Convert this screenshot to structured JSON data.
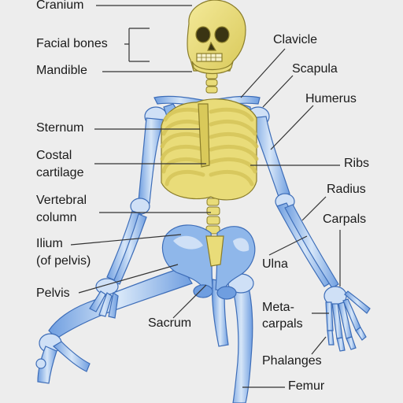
{
  "labels": {
    "cranium": "Cranium",
    "facial_bones": "Facial bones",
    "mandible": "Mandible",
    "sternum": "Sternum",
    "costal_cartilage_1": "Costal",
    "costal_cartilage_2": "cartilage",
    "vertebral_column_1": "Vertebral",
    "vertebral_column_2": "column",
    "ilium_1": "Ilium",
    "ilium_2": "(of pelvis)",
    "pelvis": "Pelvis",
    "sacrum": "Sacrum",
    "clavicle": "Clavicle",
    "scapula": "Scapula",
    "humerus": "Humerus",
    "ribs": "Ribs",
    "radius": "Radius",
    "carpals": "Carpals",
    "ulna": "Ulna",
    "metacarpals_1": "Meta-",
    "metacarpals_2": "carpals",
    "phalanges": "Phalanges",
    "femur": "Femur"
  },
  "colors": {
    "background": "#ededed",
    "axial_bone": "#e9dc79",
    "axial_outline": "#8a7d2a",
    "appendicular_bone": "#8fb7ea",
    "appendicular_light": "#cfe0f6",
    "appendicular_outline": "#3d6db8",
    "leader_line": "#333333"
  }
}
